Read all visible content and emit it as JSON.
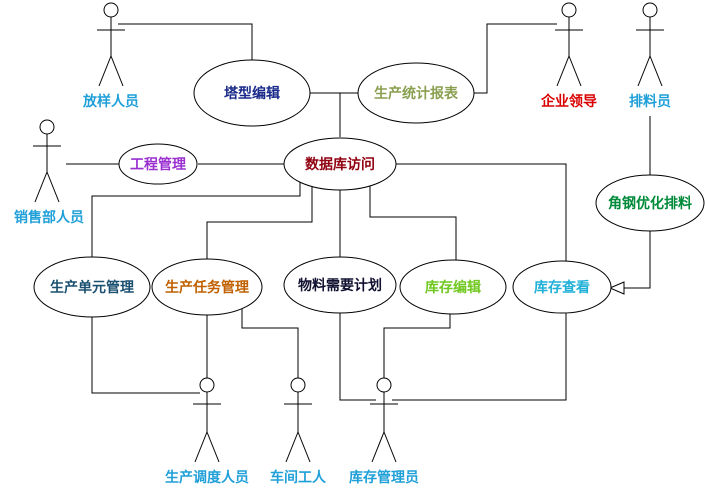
{
  "colors": {
    "line": "#000000",
    "ellipse_fill": "#ffffff"
  },
  "use_cases": {
    "tower_edit": {
      "label": "塔型编辑",
      "color": "#1a2a8a"
    },
    "production_report": {
      "label": "生产统计报表",
      "color": "#8aa050"
    },
    "engineering_mgmt": {
      "label": "工程管理",
      "color": "#9a30d0"
    },
    "database_access": {
      "label": "数据库访问",
      "color": "#900010"
    },
    "angle_steel_opt": {
      "label": "角钢优化排料",
      "color": "#008a3a"
    },
    "production_unit_mgmt": {
      "label": "生产单元管理",
      "color": "#1a5070"
    },
    "production_task_mgmt": {
      "label": "生产任务管理",
      "color": "#c06000"
    },
    "material_plan": {
      "label": "物料需要计划",
      "color": "#101030"
    },
    "inventory_edit": {
      "label": "库存编辑",
      "color": "#70c820"
    },
    "inventory_view": {
      "label": "库存查看",
      "color": "#20b0d8"
    }
  },
  "actors": {
    "layout_staff": {
      "label": "放样人员",
      "color": "#20a0d8"
    },
    "enterprise_leader": {
      "label": "企业领导",
      "color": "#d80000"
    },
    "material_planner": {
      "label": "排料员",
      "color": "#20a0d8"
    },
    "sales_staff": {
      "label": "销售部人员",
      "color": "#20a0d8"
    },
    "dispatcher": {
      "label": "生产调度人员",
      "color": "#20a0d8"
    },
    "workshop_worker": {
      "label": "车间工人",
      "color": "#20a0d8"
    },
    "warehouse_keeper": {
      "label": "库存管理员",
      "color": "#20a0d8"
    }
  }
}
